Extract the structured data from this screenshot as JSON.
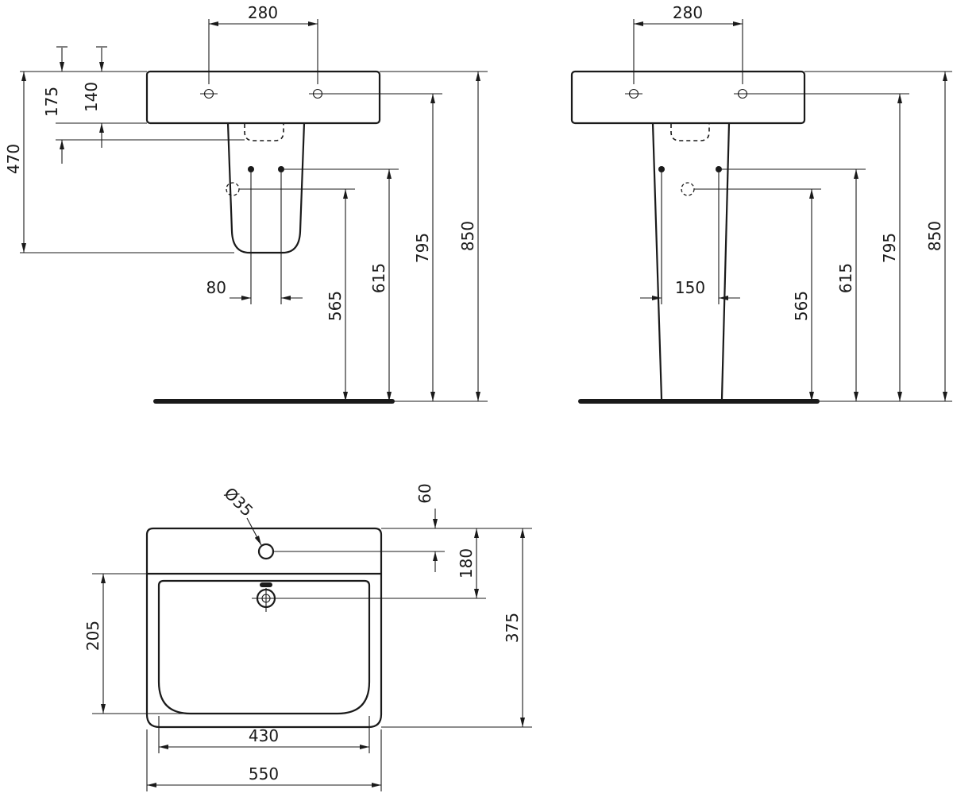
{
  "colors": {
    "line": "#1a1a1a",
    "background": "#ffffff"
  },
  "views": {
    "front_semi": {
      "d280": "280",
      "d175": "175",
      "d140": "140",
      "d470": "470",
      "d80": "80",
      "d565": "565",
      "d615": "615",
      "d795": "795",
      "d850": "850"
    },
    "front_full": {
      "d280": "280",
      "d150": "150",
      "d565": "565",
      "d615": "615",
      "d795": "795",
      "d850": "850"
    },
    "plan": {
      "hole_diameter": "Ø35",
      "d60": "60",
      "d180": "180",
      "d375": "375",
      "d205": "205",
      "d430": "430",
      "d550": "550"
    }
  }
}
